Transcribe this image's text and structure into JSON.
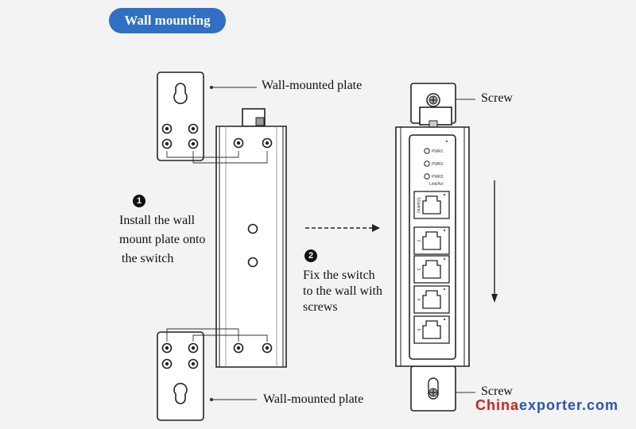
{
  "title": "Wall mounting",
  "labels": {
    "plate_top": "Wall-mounted plate",
    "plate_bottom": "Wall-mounted plate",
    "screw_top": "Screw",
    "screw_bottom": "Screw"
  },
  "steps": [
    {
      "number": "1",
      "lines": [
        "Install the wall",
        "mount plate onto",
        "the switch"
      ]
    },
    {
      "number": "2",
      "lines": [
        "Fix the switch",
        "to the wall with",
        "screws"
      ]
    }
  ],
  "device": {
    "leds": [
      "PWR1",
      "PWR2",
      "PWR3"
    ],
    "port_header": "Link/Act",
    "ports": [
      "1(Uplink)",
      "2",
      "3",
      "4",
      "5"
    ]
  },
  "watermark": {
    "part1": "China",
    "part2": "exporter.com"
  }
}
